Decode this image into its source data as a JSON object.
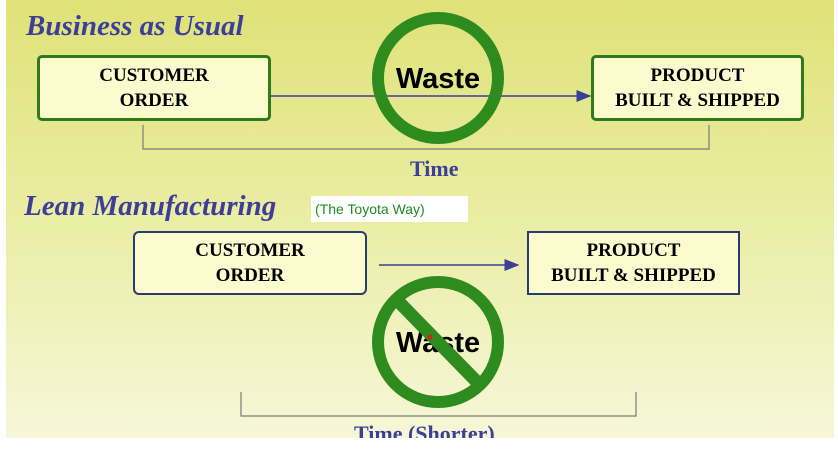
{
  "business": {
    "heading": "Business as Usual",
    "order_label": "CUSTOMER\nORDER",
    "product_label": "PRODUCT\nBUILT & SHIPPED",
    "waste_label": "Waste",
    "time_label": "Time"
  },
  "lean": {
    "heading": "Lean Manufacturing",
    "note": "(The Toyota Way)",
    "order_label": "CUSTOMER\nORDER",
    "product_label": "PRODUCT\nBUILT & SHIPPED",
    "waste_label": "Waste",
    "time_label": "Time (Shorter)"
  },
  "colors": {
    "heading": "#3b3f9a",
    "ring": "#2e8b1e",
    "slash": "#2e8b1e",
    "box_fill": "#fbfbcf"
  }
}
